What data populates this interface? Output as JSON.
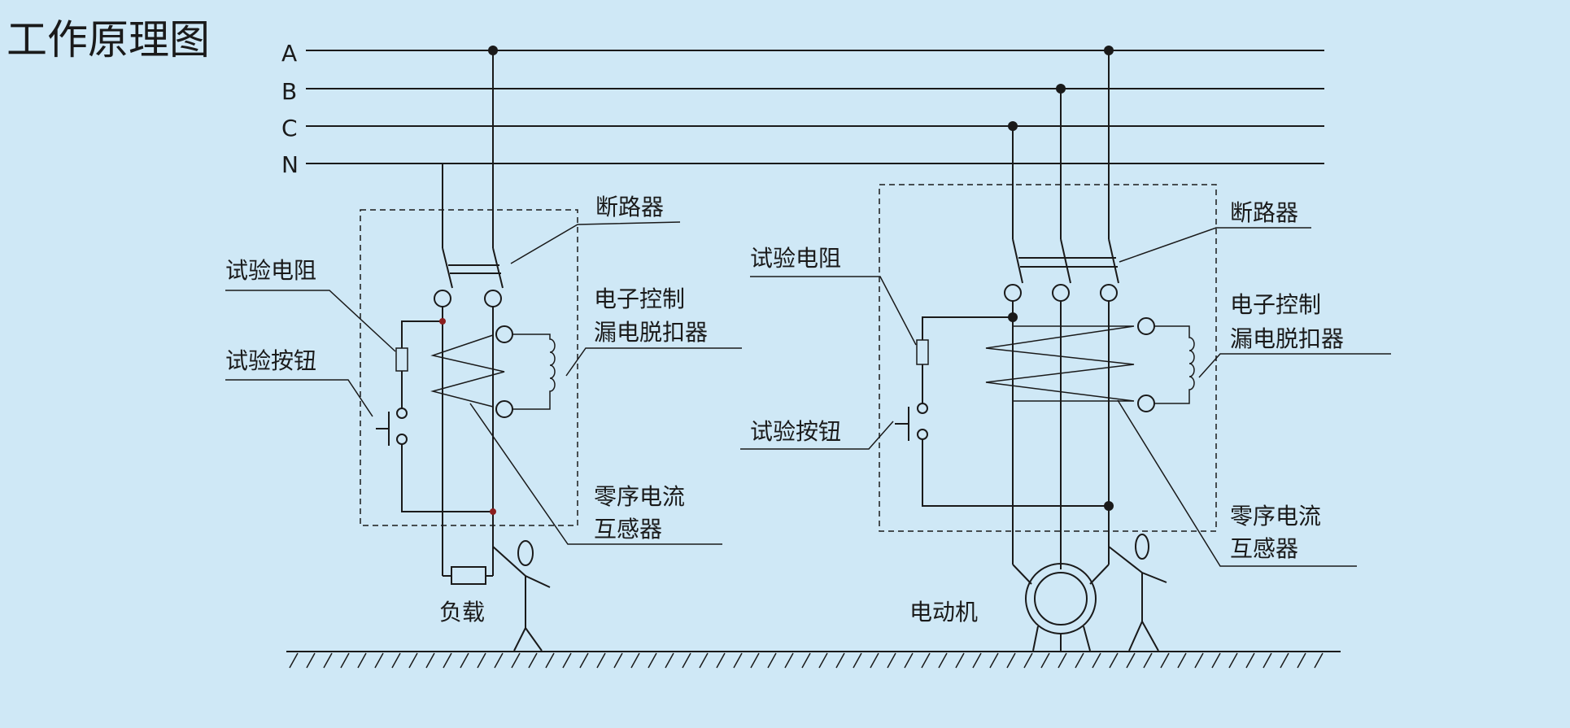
{
  "title": "工作原理图",
  "buses": [
    "A",
    "B",
    "C",
    "N"
  ],
  "left_circuit": {
    "breaker": "断路器",
    "test_resistor": "试验电阻",
    "test_button": "试验按钮",
    "trip_unit_line1": "电子控制",
    "trip_unit_line2": "漏电脱扣器",
    "ct_line1": "零序电流",
    "ct_line2": "互感器",
    "load": "负载"
  },
  "right_circuit": {
    "breaker": "断路器",
    "test_resistor": "试验电阻",
    "test_button": "试验按钮",
    "trip_unit_line1": "电子控制",
    "trip_unit_line2": "漏电脱扣器",
    "ct_line1": "零序电流",
    "ct_line2": "互感器",
    "motor": "电动机"
  },
  "colors": {
    "background": "#cfe8f6",
    "line": "#1a1a1a",
    "junction_red": "#8b1e1e"
  }
}
